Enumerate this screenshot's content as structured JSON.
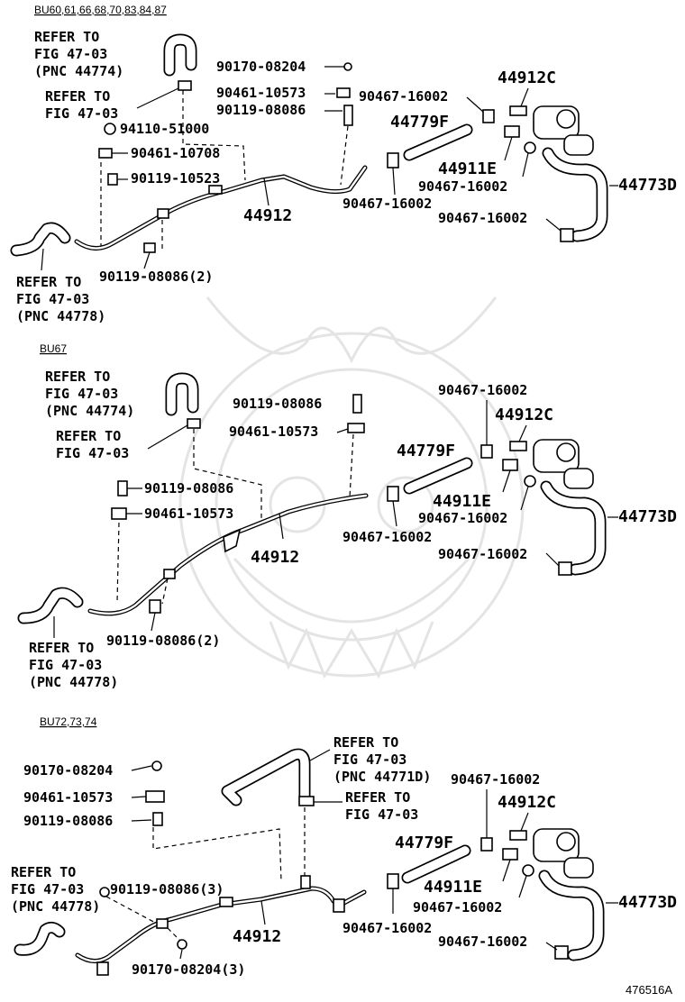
{
  "sections": [
    {
      "title": "BU60,61,66,68,70,83,84,87",
      "labels": {
        "refer_top": [
          "REFER TO",
          "FIG 47-03",
          "(PNC 44774)"
        ],
        "refer_clip": [
          "REFER TO",
          "FIG 47-03"
        ],
        "refer_bottom": [
          "REFER TO",
          "FIG 47-03",
          "(PNC 44778)"
        ],
        "p94110": "94110-51000",
        "p90461a": "90461-10708",
        "p90119a": "90119-10523",
        "p90170": "90170-08204",
        "p90461b": "90461-10573",
        "p90119b": "90119-08086",
        "p90119c": "90119-08086(2)",
        "p44912": "44912",
        "p90467a": "90467-16002",
        "p90467b": "90467-16002",
        "p90467c": "90467-16002",
        "p90467d": "90467-16002",
        "p44779F": "44779F",
        "p44911E": "44911E",
        "p44912C": "44912C",
        "p44773D": "44773D"
      }
    },
    {
      "title": "BU67",
      "labels": {
        "refer_top": [
          "REFER TO",
          "FIG 47-03",
          "(PNC 44774)"
        ],
        "refer_clip": [
          "REFER TO",
          "FIG 47-03"
        ],
        "refer_bottom": [
          "REFER TO",
          "FIG 47-03",
          "(PNC 44778)"
        ],
        "p90119a": "90119-08086",
        "p90461a": "90461-10573",
        "p90119b": "90119-08086",
        "p90461b": "90461-10573",
        "p90119c": "90119-08086(2)",
        "p44912": "44912",
        "p90467a": "90467-16002",
        "p90467b": "90467-16002",
        "p90467c": "90467-16002",
        "p90467d": "90467-16002",
        "p44779F": "44779F",
        "p44911E": "44911E",
        "p44912C": "44912C",
        "p44773D": "44773D"
      }
    },
    {
      "title": "BU72,73,74",
      "labels": {
        "refer_top": [
          "REFER TO",
          "FIG 47-03",
          "(PNC 44771D)"
        ],
        "refer_clip": [
          "REFER TO",
          "FIG 47-03"
        ],
        "refer_bottom": [
          "REFER TO",
          "FIG 47-03",
          "(PNC 44778)"
        ],
        "p90170a": "90170-08204",
        "p90461": "90461-10573",
        "p90119a": "90119-08086",
        "p90119b": "90119-08086(3)",
        "p90170b": "90170-08204(3)",
        "p44912": "44912",
        "p90467a": "90467-16002",
        "p90467b": "90467-16002",
        "p90467c": "90467-16002",
        "p90467d": "90467-16002",
        "p44779F": "44779F",
        "p44911E": "44911E",
        "p44912C": "44912C",
        "p44773D": "44773D"
      }
    }
  ],
  "figure_code": "476516A",
  "icons": [
    "hose-icon",
    "clip-icon",
    "bolt-icon",
    "nut-icon",
    "valve-icon",
    "pipe-icon",
    "watermark-logo-icon"
  ]
}
